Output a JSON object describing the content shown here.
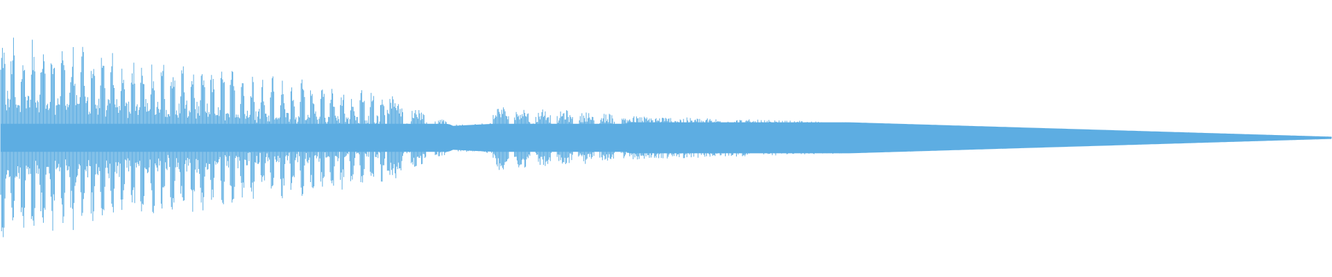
{
  "waveform": {
    "color": "#5dade2",
    "background": "#ffffff",
    "description_kind": "audio-waveform",
    "envelope": {
      "segments": [
        {
          "t_start": 0.0,
          "t_end": 0.29,
          "amplitude_start": 0.95,
          "amplitude_end": 0.42,
          "pulse_period": 0.0075,
          "pulse_duty": 0.45
        },
        {
          "t_start": 0.29,
          "t_end": 0.34,
          "amplitude_start": 0.42,
          "amplitude_end": 0.12,
          "pulse_period": 0.018,
          "pulse_duty": 0.7
        },
        {
          "t_start": 0.34,
          "t_end": 0.37,
          "amplitude_start": 0.12,
          "amplitude_end": 0.14,
          "pulse_period": 0.0,
          "pulse_duty": 1.0
        },
        {
          "t_start": 0.37,
          "t_end": 0.47,
          "amplitude_start": 0.3,
          "amplitude_end": 0.22,
          "pulse_period": 0.016,
          "pulse_duty": 0.75
        },
        {
          "t_start": 0.47,
          "t_end": 1.0,
          "amplitude_start": 0.2,
          "amplitude_end": 0.01,
          "pulse_period": 0.0,
          "pulse_duty": 1.0
        }
      ]
    },
    "center_line": 0.5,
    "samples": 1560
  }
}
